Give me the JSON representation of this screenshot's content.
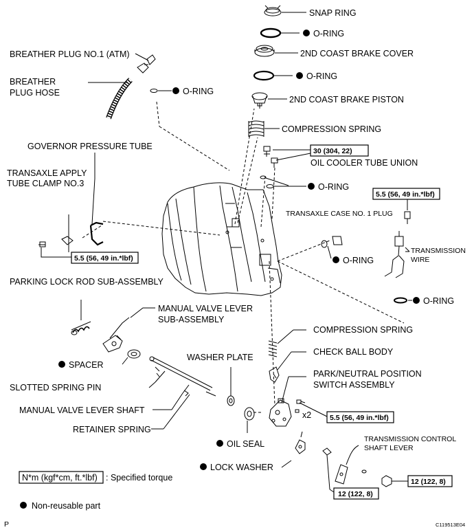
{
  "labels": {
    "snap_ring": "SNAP RING",
    "o_ring": "O-RING",
    "coast_brake_cover": "2ND COAST BRAKE COVER",
    "coast_brake_piston": "2ND COAST BRAKE PISTON",
    "compression_spring": "COMPRESSION SPRING",
    "oil_cooler_tube_union": "OIL COOLER TUBE UNION",
    "breather_plug": "BREATHER PLUG NO.1 (ATM)",
    "breather_hose_1": "BREATHER",
    "breather_hose_2": "PLUG HOSE",
    "governor_tube": "GOVERNOR PRESSURE TUBE",
    "apply_clamp_1": "TRANSAXLE APPLY",
    "apply_clamp_2": "TUBE CLAMP NO.3",
    "case_plug": "TRANSAXLE CASE NO. 1 PLUG",
    "trans_wire_1": "TRANSMISSION",
    "trans_wire_2": "WIRE",
    "parking_lock_rod": "PARKING LOCK ROD SUB-ASSEMBLY",
    "manual_valve_lever_1": "MANUAL VALVE LEVER",
    "manual_valve_lever_2": "SUB-ASSEMBLY",
    "check_ball_body": "CHECK BALL BODY",
    "park_neutral_1": "PARK/NEUTRAL POSITION",
    "park_neutral_2": "SWITCH ASSEMBLY",
    "spacer": "SPACER",
    "washer_plate": "WASHER PLATE",
    "slotted_pin": "SLOTTED SPRING PIN",
    "manual_valve_shaft": "MANUAL VALVE LEVER SHAFT",
    "retainer_spring": "RETAINER SPRING",
    "oil_seal": "OIL SEAL",
    "lock_washer": "LOCK WASHER",
    "control_lever_1": "TRANSMISSION CONTROL",
    "control_lever_2": "SHAFT LEVER",
    "multiplier": "x2"
  },
  "torques": {
    "oil_cooler": "30 (304, 22)",
    "case_plug": "5.5 (56, 49 in.*lbf)",
    "clamp": "5.5 (56, 49 in.*lbf)",
    "switch": "5.5 (56, 49 in.*lbf)",
    "lever": "12 (122, 8)",
    "nut": "12 (122, 8)"
  },
  "legend": {
    "torque_unit": "N*m (kgf*cm, ft.*lbf)",
    "torque_desc": ": Specified torque",
    "nonreusable": "Non-reusable part"
  },
  "footer": {
    "left": "P",
    "right": "C119513E04"
  }
}
